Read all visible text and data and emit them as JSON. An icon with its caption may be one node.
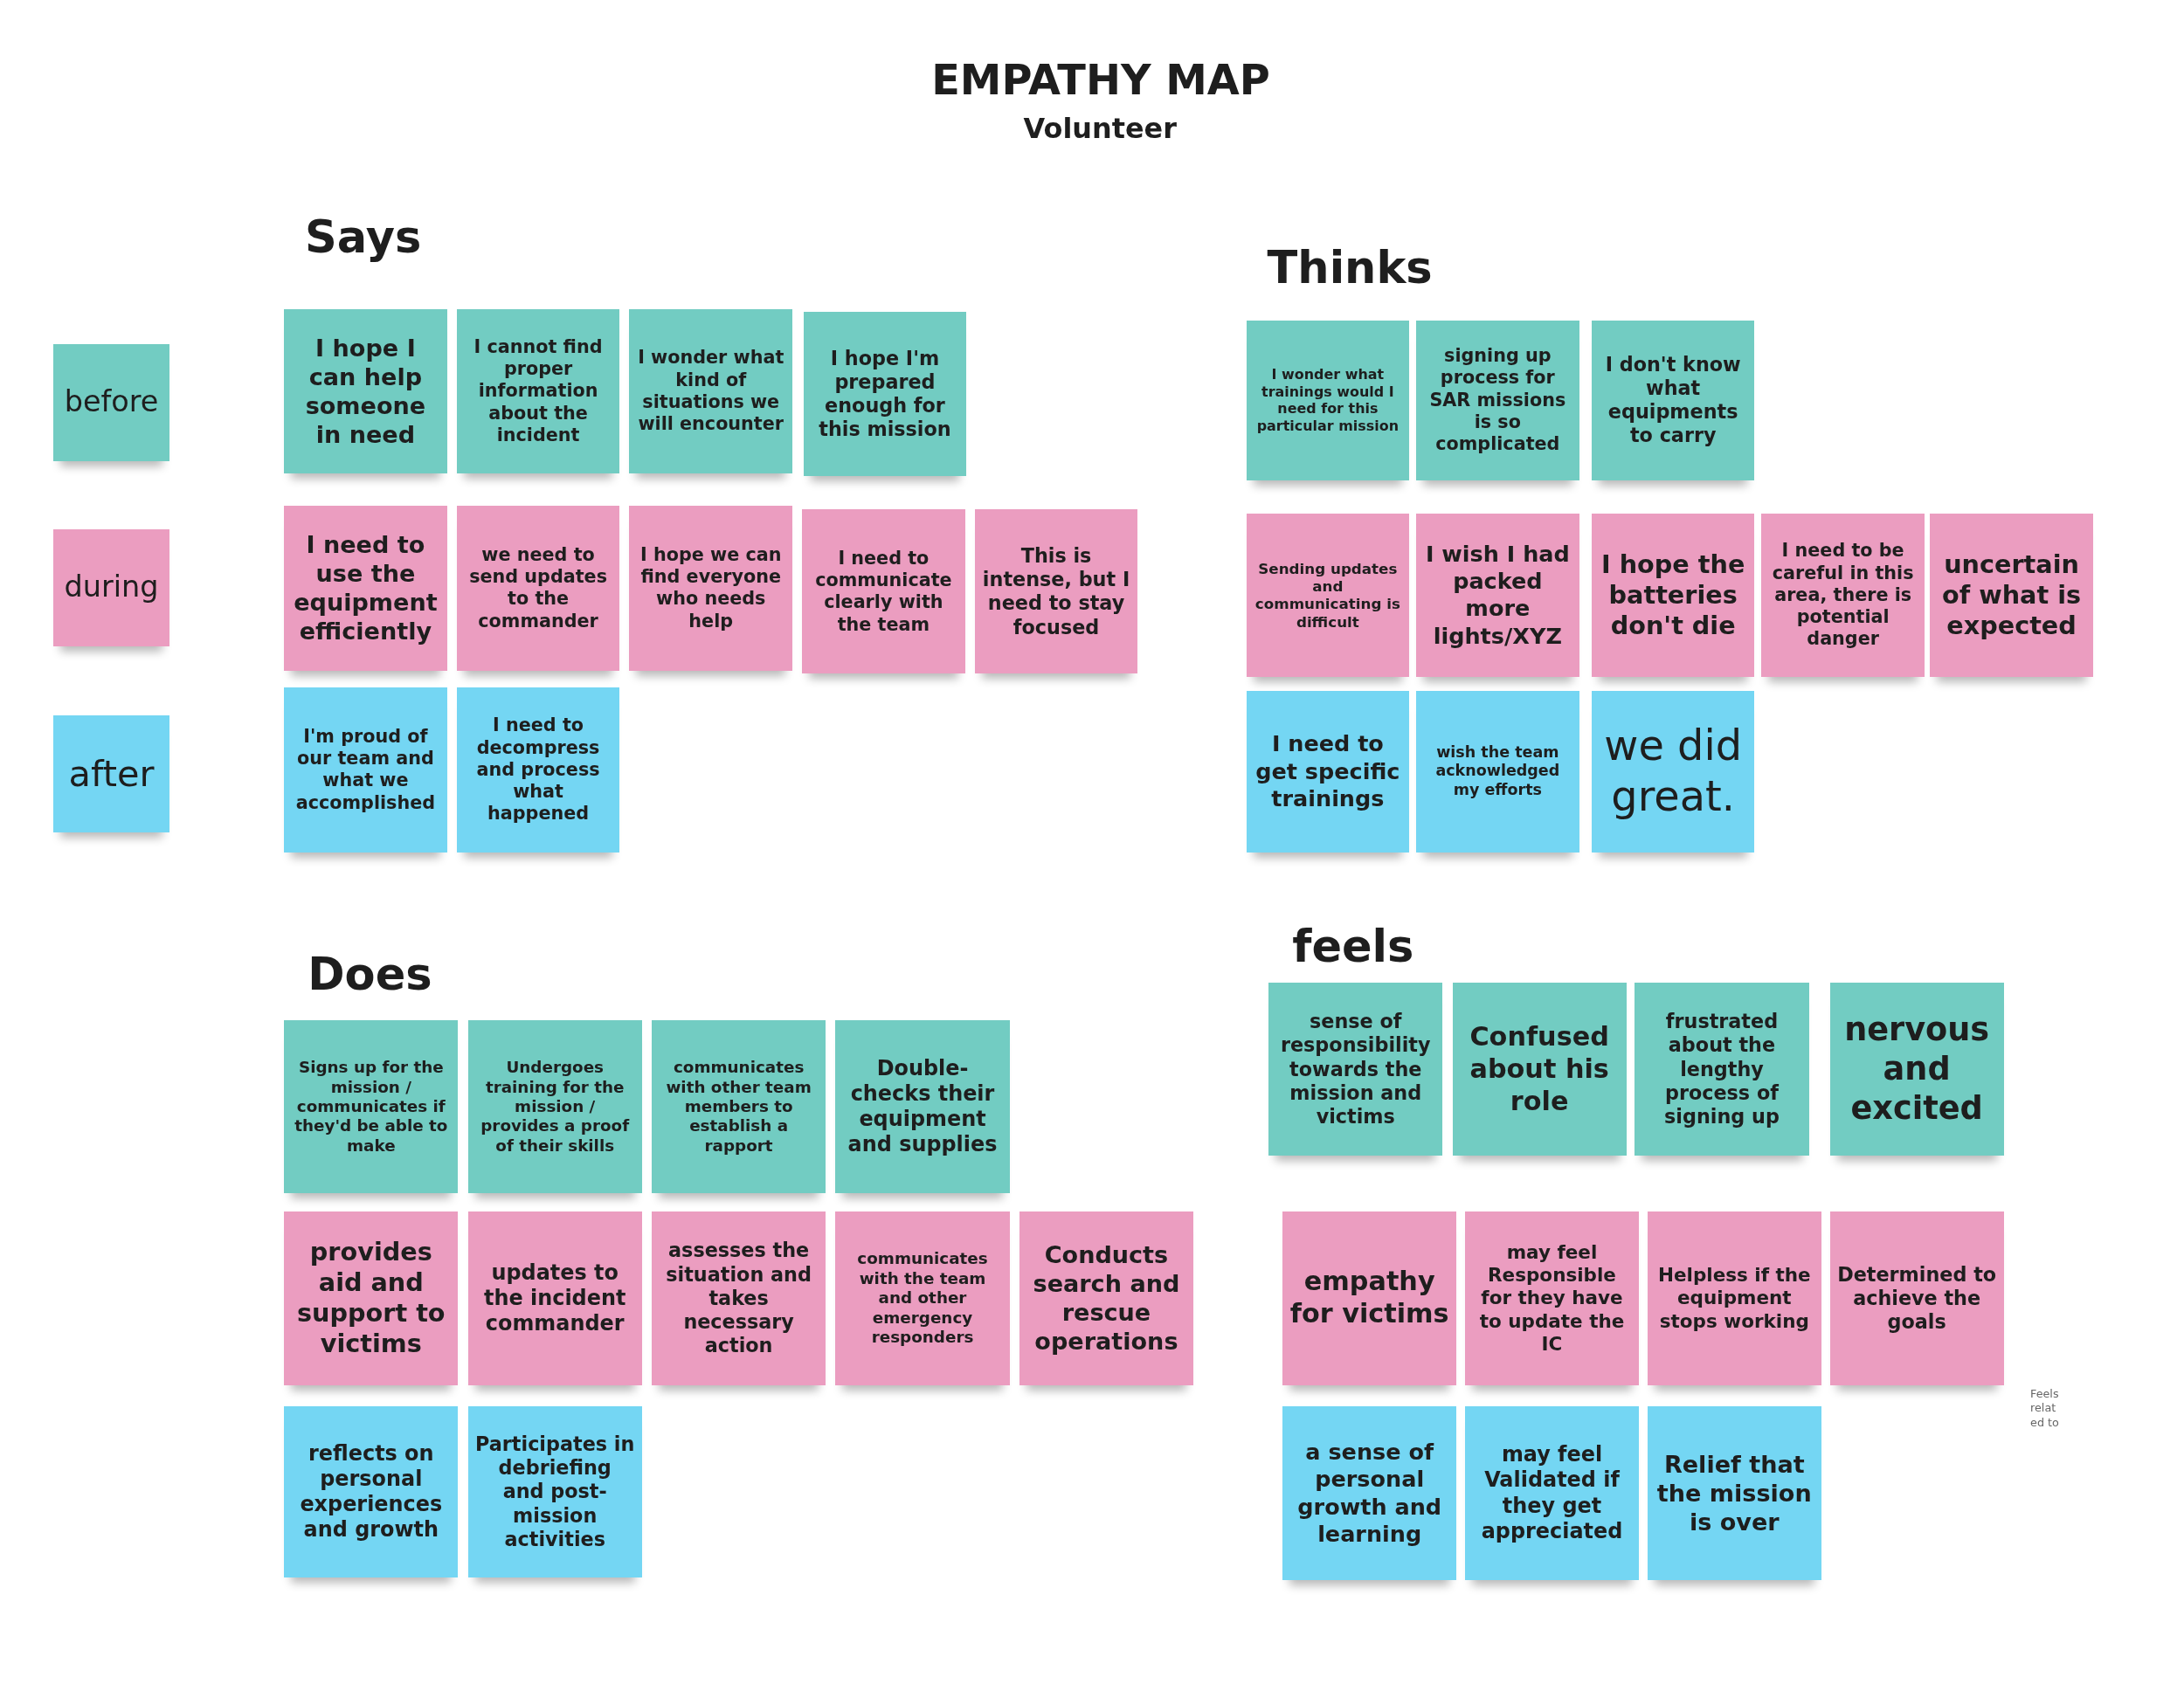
{
  "diagram": {
    "title": "EMPATHY MAP",
    "nodes": [
      {
        "text": [
          "I hope I can help someone in need"
        ]
      },
      {
        "text": [
          "I cannot find proper information about the incident"
        ]
      },
      {
        "text": [
          "I wonder what kind of situations we will encounter"
        ]
      },
      {
        "text": [
          "I hope I'm prepared enough for this mission"
        ]
      },
      {
        "text": [
          "I need to use the equipment efficiently"
        ]
      },
      {
        "text": [
          "we need to send updates to the commander"
        ]
      },
      {
        "text": [
          "I hope we can find everyone who needs help"
        ]
      },
      {
        "text": [
          "I need to communicate clearly with the team"
        ]
      },
      {
        "text": [
          "This is intense, but I need to stay focused"
        ]
      },
      {
        "text": [
          "I'm proud of our team and what we accomplished"
        ]
      },
      {
        "text": [
          "I need to decompress and process what happened"
        ]
      },
      {
        "text": [
          "I wonder what trainings would I need for this particular mission"
        ]
      },
      {
        "text": [
          "signing up process for SAR missions is so complicated"
        ]
      },
      {
        "text": [
          "I don't know what equipments to carry"
        ]
      },
      {
        "text": [
          "Sending updates and communicating is difficult"
        ]
      },
      {
        "text": [
          "I wish I had packed more lights/XYZ"
        ]
      },
      {
        "text": [
          "I hope the batteries don't die"
        ]
      },
      {
        "text": [
          "I need to be careful in this area, there is potential danger"
        ]
      },
      {
        "text": [
          "uncertain of what is expected"
        ]
      },
      {
        "text": [
          "I need to get specific trainings"
        ]
      },
      {
        "text": [
          "wish the team acknowledged my efforts"
        ]
      },
      {
        "text": [
          "we did great."
        ]
      },
      {
        "text": [
          "Signs up for the mission / communicates if they'd be able to make"
        ]
      },
      {
        "text": [
          "Undergoes training for the mission / provides a proof of their skills"
        ]
      },
      {
        "text": [
          "communicates with other team members to establish a rapport"
        ]
      },
      {
        "text": [
          "Double-checks their equipment and supplies"
        ]
      },
      {
        "text": [
          "provides aid and support to victims"
        ]
      },
      {
        "text": [
          "updates to the incident commander"
        ]
      },
      {
        "text": [
          "assesses the situation and takes necessary action"
        ]
      },
      {
        "text": [
          "communicates with the team and other emergency responders"
        ]
      },
      {
        "text": [
          "Conducts search and rescue operations"
        ]
      },
      {
        "text": [
          "reflects on personal experiences and growth"
        ]
      },
      {
        "text": [
          "Participates in debriefing and post-mission activities"
        ]
      },
      {
        "text": [
          "sense of responsibility towards the mission and victims"
        ]
      },
      {
        "text": [
          "Confused about his role"
        ]
      },
      {
        "text": [
          "frustrated about the lengthy process of signing up"
        ]
      },
      {
        "text": [
          "nervous and excited"
        ]
      },
      {
        "text": [
          "empathy for victims"
        ]
      },
      {
        "text": [
          "may feel Responsible for they have to update the IC"
        ]
      },
      {
        "text": [
          "Helpless if the equipment stops working"
        ]
      },
      {
        "text": [
          "Determined to achieve the goals"
        ]
      },
      {
        "text": [
          "a sense of personal growth and learning"
        ]
      },
      {
        "text": [
          "may feel Validated if they get appreciated"
        ]
      },
      {
        "text": [
          "Relief that the mission is over"
        ]
      }
    ],
    "labels": [
      "Volunteer",
      "Says",
      "Thinks",
      "Does",
      "feels",
      "Feels relat ed to"
    ],
    "legend": [
      {
        "text": "before",
        "color": "#72ccc2"
      },
      {
        "text": "during",
        "color": "#eb9dc0"
      },
      {
        "text": "after",
        "color": "#74d6f3"
      }
    ]
  }
}
